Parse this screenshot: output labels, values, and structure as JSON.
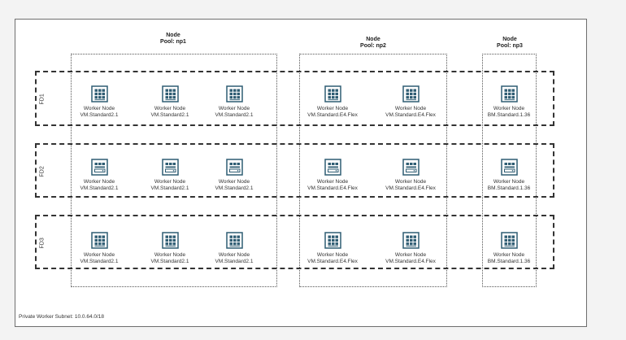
{
  "pools": [
    {
      "title_line1": "Node",
      "title_line2": "Pool: np1"
    },
    {
      "title_line1": "Node",
      "title_line2": "Pool: np2"
    },
    {
      "title_line1": "Node",
      "title_line2": "Pool: np3"
    }
  ],
  "fault_domains": [
    "FD1",
    "FD2",
    "FD3"
  ],
  "node_title": "Worker Node",
  "shapes": {
    "np1": "VM.Standard2.1",
    "np2": "VM.Standard.E4.Flex",
    "np3": "BM.Standard.1.36"
  },
  "subnet_label": "Private Worker Subnet: 10.0.64.0/18",
  "icon_color": "#2f5d73",
  "icon_name": "server-icon"
}
